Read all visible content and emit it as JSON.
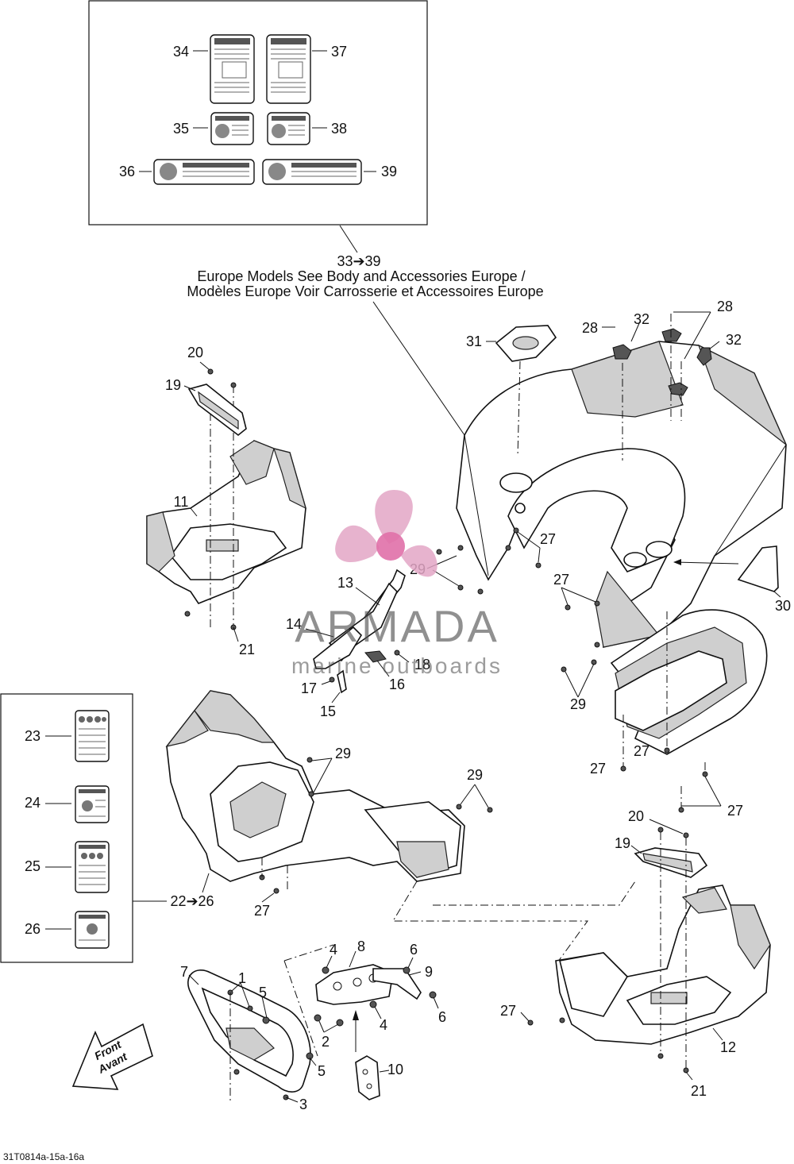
{
  "diagram": {
    "europe_note": {
      "range": "33➔39",
      "line1": "Europe Models See Body and Accessories Europe /",
      "line2": "Modèles Europe Voir Carrosserie et Accessoires Europe"
    },
    "label_group_range": "22➔26",
    "reference_code": "31T0814a-15a-16a",
    "front_arrow": {
      "line1": "Front",
      "line2": "Avant"
    },
    "callouts": [
      {
        "id": "c1",
        "text": "1"
      },
      {
        "id": "c2",
        "text": "2"
      },
      {
        "id": "c3",
        "text": "3"
      },
      {
        "id": "c4a",
        "text": "4"
      },
      {
        "id": "c4b",
        "text": "4"
      },
      {
        "id": "c5a",
        "text": "5"
      },
      {
        "id": "c5b",
        "text": "5"
      },
      {
        "id": "c6a",
        "text": "6"
      },
      {
        "id": "c6b",
        "text": "6"
      },
      {
        "id": "c7",
        "text": "7"
      },
      {
        "id": "c8",
        "text": "8"
      },
      {
        "id": "c9",
        "text": "9"
      },
      {
        "id": "c10",
        "text": "10"
      },
      {
        "id": "c11",
        "text": "11"
      },
      {
        "id": "c12",
        "text": "12"
      },
      {
        "id": "c13",
        "text": "13"
      },
      {
        "id": "c14",
        "text": "14"
      },
      {
        "id": "c15",
        "text": "15"
      },
      {
        "id": "c16",
        "text": "16"
      },
      {
        "id": "c17",
        "text": "17"
      },
      {
        "id": "c18",
        "text": "18"
      },
      {
        "id": "c19a",
        "text": "19"
      },
      {
        "id": "c19b",
        "text": "19"
      },
      {
        "id": "c20a",
        "text": "20"
      },
      {
        "id": "c20b",
        "text": "20"
      },
      {
        "id": "c21a",
        "text": "21"
      },
      {
        "id": "c21b",
        "text": "21"
      },
      {
        "id": "c23",
        "text": "23"
      },
      {
        "id": "c24",
        "text": "24"
      },
      {
        "id": "c25",
        "text": "25"
      },
      {
        "id": "c26",
        "text": "26"
      },
      {
        "id": "c27a",
        "text": "27"
      },
      {
        "id": "c27b",
        "text": "27"
      },
      {
        "id": "c27c",
        "text": "27"
      },
      {
        "id": "c27d",
        "text": "27"
      },
      {
        "id": "c27e",
        "text": "27"
      },
      {
        "id": "c27f",
        "text": "27"
      },
      {
        "id": "c27g",
        "text": "27"
      },
      {
        "id": "c28a",
        "text": "28"
      },
      {
        "id": "c28b",
        "text": "28"
      },
      {
        "id": "c29a",
        "text": "29"
      },
      {
        "id": "c29b",
        "text": "29"
      },
      {
        "id": "c29c",
        "text": "29"
      },
      {
        "id": "c29d",
        "text": "29"
      },
      {
        "id": "c30",
        "text": "30"
      },
      {
        "id": "c31",
        "text": "31"
      },
      {
        "id": "c32a",
        "text": "32"
      },
      {
        "id": "c32b",
        "text": "32"
      },
      {
        "id": "c34",
        "text": "34"
      },
      {
        "id": "c35",
        "text": "35"
      },
      {
        "id": "c36",
        "text": "36"
      },
      {
        "id": "c37",
        "text": "37"
      },
      {
        "id": "c38",
        "text": "38"
      },
      {
        "id": "c39",
        "text": "39"
      }
    ]
  },
  "watermark": {
    "brand": "ARMADA",
    "tagline": "marine outboards"
  },
  "colors": {
    "watermark_pink": "#e070a8",
    "watermark_gray": "#4d4d4d",
    "line": "#111111"
  }
}
